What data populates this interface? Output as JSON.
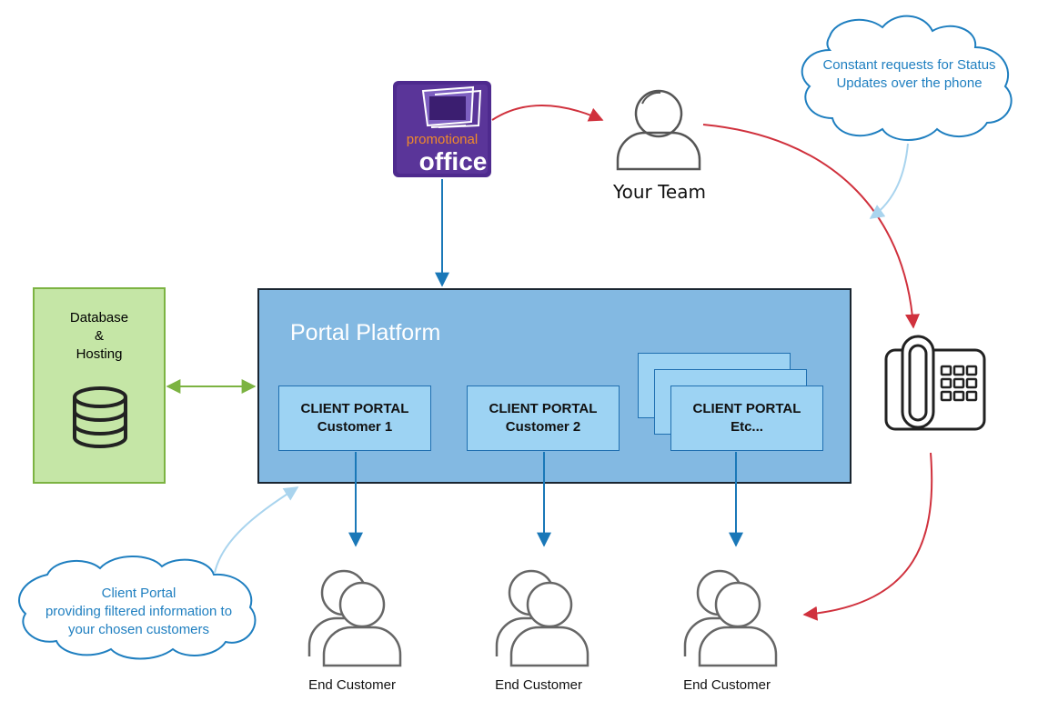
{
  "logo": {
    "line1": "promotional",
    "line2": "office"
  },
  "team": {
    "label": "Your Team"
  },
  "cloud_top": {
    "line1": "Constant requests for Status",
    "line2": "Updates over the phone"
  },
  "cloud_bottom": {
    "line1": "Client Portal",
    "line2": "providing filtered information to",
    "line3": "your chosen customers"
  },
  "database": {
    "line1": "Database",
    "line2": "&",
    "line3": "Hosting"
  },
  "platform": {
    "title": "Portal Platform"
  },
  "portals": [
    {
      "title": "CLIENT PORTAL",
      "sub": "Customer 1"
    },
    {
      "title": "CLIENT PORTAL",
      "sub": "Customer 2"
    },
    {
      "title": "CLIENT PORTAL",
      "sub": "Etc..."
    }
  ],
  "end_customers": [
    "End Customer",
    "End Customer",
    "End Customer"
  ],
  "colors": {
    "blue_arrow": "#1a78b8",
    "red_arrow": "#d0313d",
    "green_arrow": "#7cb342",
    "light_arrow": "#a9d4ee",
    "platform_fill": "#83b9e2",
    "portal_fill": "#9dd3f3",
    "db_fill": "#c5e6a6",
    "logo_purple": "#4e2a8e"
  }
}
